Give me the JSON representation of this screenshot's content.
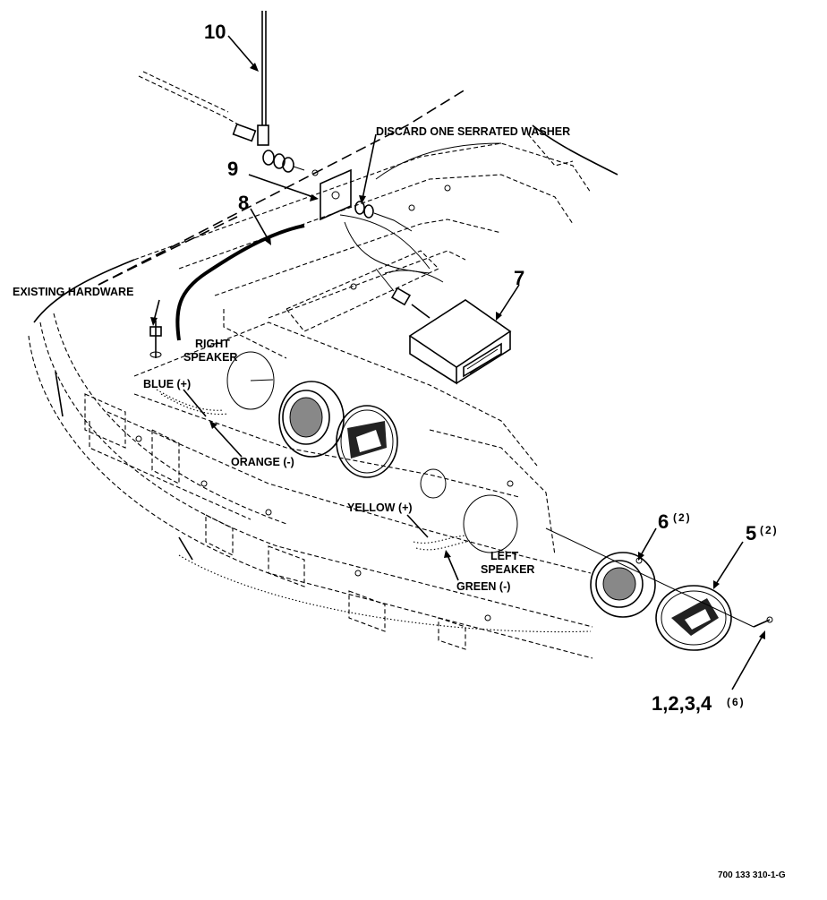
{
  "labels": {
    "discard_washer": "DISCARD ONE SERRATED WASHER",
    "existing_hardware": "EXISTING HARDWARE",
    "right_speaker_1": "RIGHT",
    "right_speaker_2": "SPEAKER",
    "blue": "BLUE (+)",
    "orange": "ORANGE (-)",
    "yellow": "YELLOW (+)",
    "left_speaker_1": "LEFT",
    "left_speaker_2": "SPEAKER",
    "green": "GREEN (-)"
  },
  "callouts": {
    "c10": "10",
    "c9": "9",
    "c8": "8",
    "c7": "7",
    "c6": "6",
    "c6_qty": "(2)",
    "c5": "5",
    "c5_qty": "(2)",
    "c1234": "1,2,3,4",
    "c1234_qty": "(6)"
  },
  "footer": {
    "drawing_number": "700 133 310-1-G"
  }
}
